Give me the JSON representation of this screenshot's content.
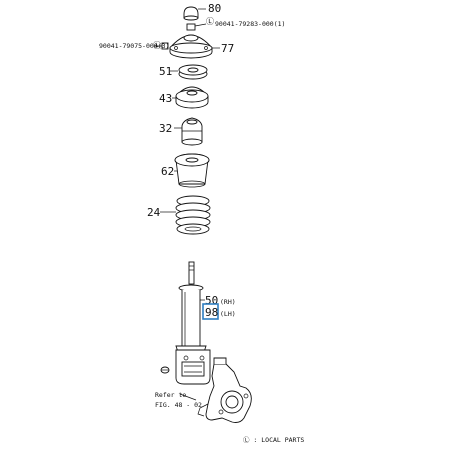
{
  "parts": {
    "p80": "80",
    "p77": "77",
    "p51": "51",
    "p43": "43",
    "p32": "32",
    "p62": "62",
    "p24": "24",
    "p50": "50",
    "p98": "98"
  },
  "codes": {
    "nut_right": "90041-79283-000(1)",
    "nut_left": "90041-79075-000(3)"
  },
  "side": {
    "rh": "(RH)",
    "lh": "(LH)"
  },
  "refer": {
    "line1": "Refer to",
    "line2": "FIG. 48 - 02"
  },
  "legend": "Ⓛ : LOCAL PARTS",
  "highlight_color": "#2f7fc1"
}
